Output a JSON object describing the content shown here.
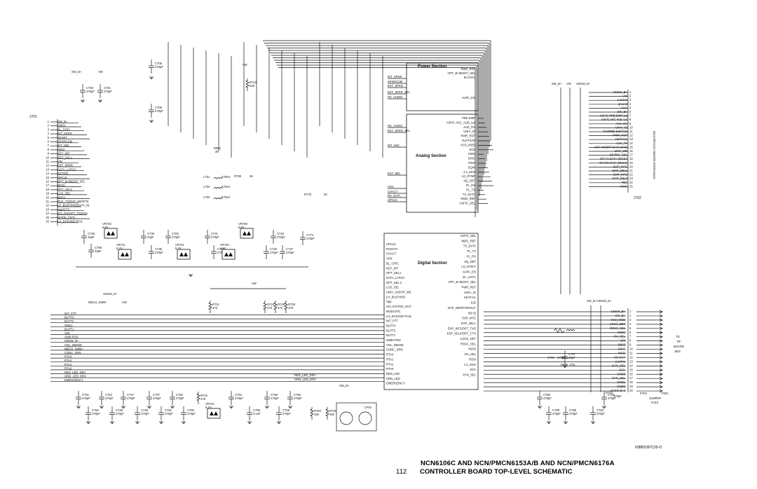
{
  "sections": {
    "power": "Power Section",
    "analog": "Analog Section",
    "digital": "Digital Section"
  },
  "power_pins_left": [
    "INT_SPKR",
    "SPKRCOM",
    "EXT_SPKR",
    "EXT_SPKR_SEL",
    "RX_AUDIO"
  ],
  "power_pins_right": [
    "PWR_RST",
    "OPT_B+/BOOT_SEL",
    "B+CNTL",
    "AUPA_EN"
  ],
  "analog_pins_left": [
    "RX_AUDIO",
    "EXT_SPKR_SEL",
    "INT_MIC",
    "EXT_MIC",
    "VOX",
    "CHACT",
    "RX_DATA",
    "UPCLK"
  ],
  "analog_pins_right": [
    "PRE EMP",
    "ASFIC AKC_AUD_out",
    "AUX_RX",
    "UNIV_IO",
    "PWR_RST",
    "AUXTX/IO",
    "VCO_MOD",
    "SCE",
    "MOD",
    "DISC",
    "RSSI",
    "SQIN",
    "2.1_MHz",
    "LG_DTMF",
    "SQ_DET",
    "PL_RX",
    "PL_TX",
    "TX_DATA",
    "MOD_REF",
    "ASFIC_SEL"
  ],
  "digital_pins_left": [
    "UPCLK",
    "RXDATA",
    "CHACT",
    "VOX",
    "BL_CNTL",
    "KEY_INT",
    "OPT_SEL1",
    "DATA_LATCH",
    "OPT_SEL 2",
    "LCD_SEL",
    "UNIV_IO/DVP_WE",
    "LH_BUSY/KID",
    "Vpp",
    "SCI_RX/TDX_OUT",
    "MODCNTL",
    "LH_DATA/KEYFAIL",
    "INT_PTT",
    "BUTT3",
    "BUTT2",
    "BUTT1",
    "SWB+POS",
    "VOL_SENSE",
    "CONC_SRN",
    "RTA3",
    "RTA1",
    "RTA2",
    "RTA0",
    "RED_LED",
    "GRN_LED",
    "EMERGENCY"
  ],
  "digital_pins_right": [
    "ASFIC_SEL",
    "MDO_REF",
    "TX_DATA",
    "PL_TX",
    "PL_RX",
    "SQ_DET",
    "LG_DTM F",
    "AUPA_EN",
    "B+_CNTL",
    "OPT_B+/BOOT_SEL",
    "PWR_RST",
    "UNIV_IO",
    "KEYFAIL",
    "KID",
    "DVP_WE/RTS/DOUT",
    "SB 03",
    "EXP_INT1",
    "EXP_SEL1",
    "EXP_INT2/OPT_TXD",
    "EXP_SEL2/OPT_CTS",
    "LOCK_DET",
    "RSSC_SEL",
    "MOSI",
    "DA_SEL",
    "RSSI",
    "2.1_MHz",
    "SCK",
    "SYN_SEL"
  ],
  "j701_label": "J701",
  "j701_pins": [
    "SW_B+",
    "GND1",
    "BL_CNTL",
    "INT_SPKR",
    "RESET",
    "SPKRCOM",
    "INT_MIC",
    "SB03",
    "KEY_INT",
    "OPT_SEL1",
    "VW",
    "EXT_SPKR",
    "DATA_LATCH",
    "EXTMIC",
    "SPCLK",
    "OPT_B+/BOOT_SEL",
    "MOSI",
    "OPT_SEL2",
    "LCD_SEL",
    "MISO",
    "RLR_TX/DVP_WE/RTS",
    "LH_BUSY/KID/DATA_IN",
    "Vpp/CTS",
    "SCI_RX/OPT_TXDATA",
    "MODE_CNTL",
    "LH_DATA/KEYFAIL"
  ],
  "j702_label": "J702",
  "j702_pins": [
    "UNSW_B+",
    "VW",
    "2.1MHz",
    "ground",
    "ASIC",
    "SW_B+",
    "ASFIC PRE-EMP out",
    "ASFIC MIC RxD out",
    "AUX_RX",
    "UNIV_IO",
    "TAMPER SWITCH",
    "PWR_RST",
    "KEYFAIL",
    "AUX_TX",
    "KEY INSERT DATA (KID)",
    "DVP_WE",
    "SB REF_SEL",
    "DP-TX DATA (MOSI)",
    "SPI RX DATA (MISO)",
    "EXP_INT1",
    "EXP_SEL1",
    "EXP_INT2",
    "EXP_SEL2",
    "TBC",
    "RSSI"
  ],
  "j702_side": "EXPANSION BOARD CONNECTOR",
  "j501_pins": [
    "UNSW_B+",
    "SW_B+",
    "VCO_MOD",
    "LOCK_DET",
    "RSSC_SEL",
    "MOSI",
    "DA_SEL",
    "SPI",
    "SB03",
    "DISC",
    "RSSI",
    "SO OUT",
    "2.1MHz",
    "SYN_SEL",
    "SCK",
    "GND3",
    "SYN_SEL",
    "GND1",
    "GND0",
    "UNSW B+3"
  ],
  "flex_labels": [
    "P704",
    "F501",
    "JUMPER",
    "FLEX"
  ],
  "to_rf": [
    "TO",
    "RF",
    "BOARD",
    "J501"
  ],
  "top_supply": [
    "SW_B+",
    "VW",
    "VW",
    "SW_B+",
    "VW",
    "UNSW_B+"
  ],
  "lower_left_labels": [
    "INT_PTT",
    "BUTT3",
    "BUTT2",
    "GND1",
    "BUTT1",
    "Vdd",
    "SWB POS",
    "UNSW_B+",
    "VOL_SENSE",
    "MECH_SWB+",
    "CONC_SRN",
    "RTA3",
    "RTA1",
    "RTA2",
    "RTA0",
    "RED_LED_DRV",
    "GRN_LED_DRV",
    "EMERGENCY"
  ],
  "lower_supply": [
    "UNSW_B+",
    "MECH_SWB+",
    "VW",
    "VW",
    "SW_B+",
    "SW_B+",
    "UNSW_B+"
  ],
  "led_nets": [
    "RED_LED_DRV",
    "GRN_LED_DRV"
  ],
  "top_caps": [
    {
      "ref": "C700",
      "val": "470pF"
    },
    {
      "ref": "C701",
      "val": "470pF"
    },
    {
      "ref": "C705",
      "val": "470pF"
    },
    {
      "ref": "C706",
      "val": "470pF"
    },
    {
      "ref": "R713",
      "val": "22K"
    },
    {
      "ref": "R800",
      "val": "2K"
    }
  ],
  "mid_parts": [
    {
      "ref": "C745",
      "val": "10pF"
    },
    {
      "ref": "VR733",
      "val": "6.8V"
    },
    {
      "ref": "C768",
      "val": "33pF"
    },
    {
      "ref": "VR711",
      "val": "6.2V"
    },
    {
      "ref": "C739",
      "val": "33pF"
    },
    {
      "ref": "C736",
      "val": "470pF"
    },
    {
      "ref": "C702",
      "val": "470pF"
    },
    {
      "ref": "VR721",
      "val": "6.2V"
    },
    {
      "ref": "C741",
      "val": "470pF"
    },
    {
      "ref": "C742",
      "val": "470pF"
    },
    {
      "ref": "VR708",
      "val": "6.8V"
    },
    {
      "ref": "VR720",
      "val": "6.2V"
    },
    {
      "ref": "C740",
      "val": "470pF"
    },
    {
      "ref": "C716",
      "val": "470pF"
    },
    {
      "ref": "C737",
      "val": "470pF"
    },
    {
      "ref": "C774",
      "val": "470pF"
    }
  ],
  "res_lower": [
    {
      "ref": "R721",
      "val": "47K"
    },
    {
      "ref": "R724",
      "val": "47K"
    },
    {
      "ref": "R726",
      "val": "47K"
    },
    {
      "ref": "R728",
      "val": "47K"
    }
  ],
  "bottom_parts": [
    {
      "ref": "C751",
      "val": "470pF"
    },
    {
      "ref": "C752",
      "val": "470pF"
    },
    {
      "ref": "C754",
      "val": "470pF"
    },
    {
      "ref": "C748",
      "val": "470pF"
    },
    {
      "ref": "C747",
      "val": "470pF"
    },
    {
      "ref": "C749",
      "val": "470pF"
    },
    {
      "ref": "C757",
      "val": "470pF"
    },
    {
      "ref": "C761",
      "val": "470pF"
    },
    {
      "ref": "C750",
      "val": "470pF"
    },
    {
      "ref": "C760",
      "val": "470pF"
    },
    {
      "ref": "R722",
      "val": "47K"
    },
    {
      "ref": "VR722",
      "val": "6.2V"
    },
    {
      "ref": "C753",
      "val": "470pF"
    },
    {
      "ref": "C758",
      "val": "0.1uF"
    },
    {
      "ref": "C759",
      "val": "470pF"
    },
    {
      "ref": "C755",
      "val": "470pF"
    },
    {
      "ref": "C756",
      "val": "470pF"
    },
    {
      "ref": "R700",
      "val": "150"
    },
    {
      "ref": "R701",
      "val": "150"
    },
    {
      "ref": "U704",
      "val": ""
    },
    {
      "ref": "C780",
      "val": "470pF"
    },
    {
      "ref": "C789",
      "val": "470pF"
    },
    {
      "ref": "C788",
      "val": "470pF"
    },
    {
      "ref": "C787",
      "val": "33pF"
    },
    {
      "ref": "C783",
      "val": "470pF"
    },
    {
      "ref": "C784",
      "val": "470pF"
    }
  ],
  "mid_nets": [
    "L701",
    "L702",
    "L703",
    "270nH",
    "270nH",
    "270nH",
    "R708",
    "R775",
    "2K",
    "2K"
  ],
  "right_parts": [
    "R586",
    "47K",
    "C791",
    "470pF",
    "R704",
    "470pF"
  ],
  "drawing_number": "63BB1097C25-O",
  "page_number": "112",
  "title_line1": "NCN6106C AND NCN/PMCN6153A/B AND NCN/PMCN6176A",
  "title_line2": "CONTROLLER BOARD TOP-LEVEL SCHEMATIC"
}
